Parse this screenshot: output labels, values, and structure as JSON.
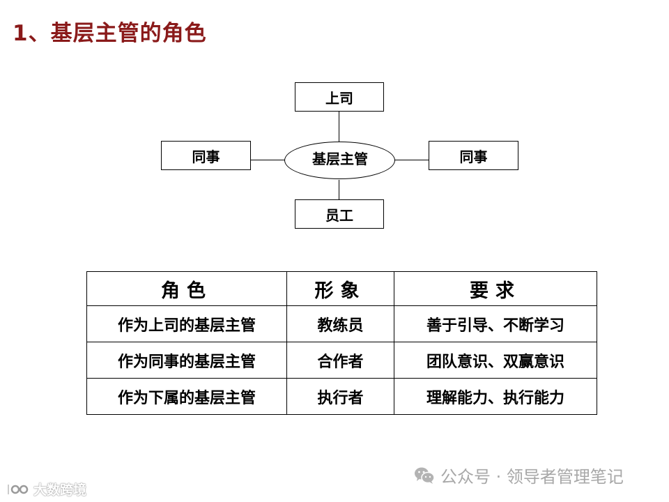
{
  "slide": {
    "title": "1、基层主管的角色"
  },
  "diagram": {
    "top_box": "上司",
    "left_box": "同事",
    "right_box": "同事",
    "bottom_box": "员工",
    "center_ellipse": "基层主管"
  },
  "table": {
    "headers": [
      "角色",
      "形象",
      "要求"
    ],
    "rows": [
      [
        "作为上司的基层主管",
        "教练员",
        "善于引导、不断学习"
      ],
      [
        "作为同事的基层主管",
        "合作者",
        "团队意识、双赢意识"
      ],
      [
        "作为下属的基层主管",
        "执行者",
        "理解能力、执行能力"
      ]
    ]
  },
  "footer": {
    "wechat_text": "公众号 · 领导者管理笔记",
    "watermark_text": "大数跨境"
  },
  "colors": {
    "title": "#8a1a1a",
    "wechat_text": "#a8a8a8"
  }
}
